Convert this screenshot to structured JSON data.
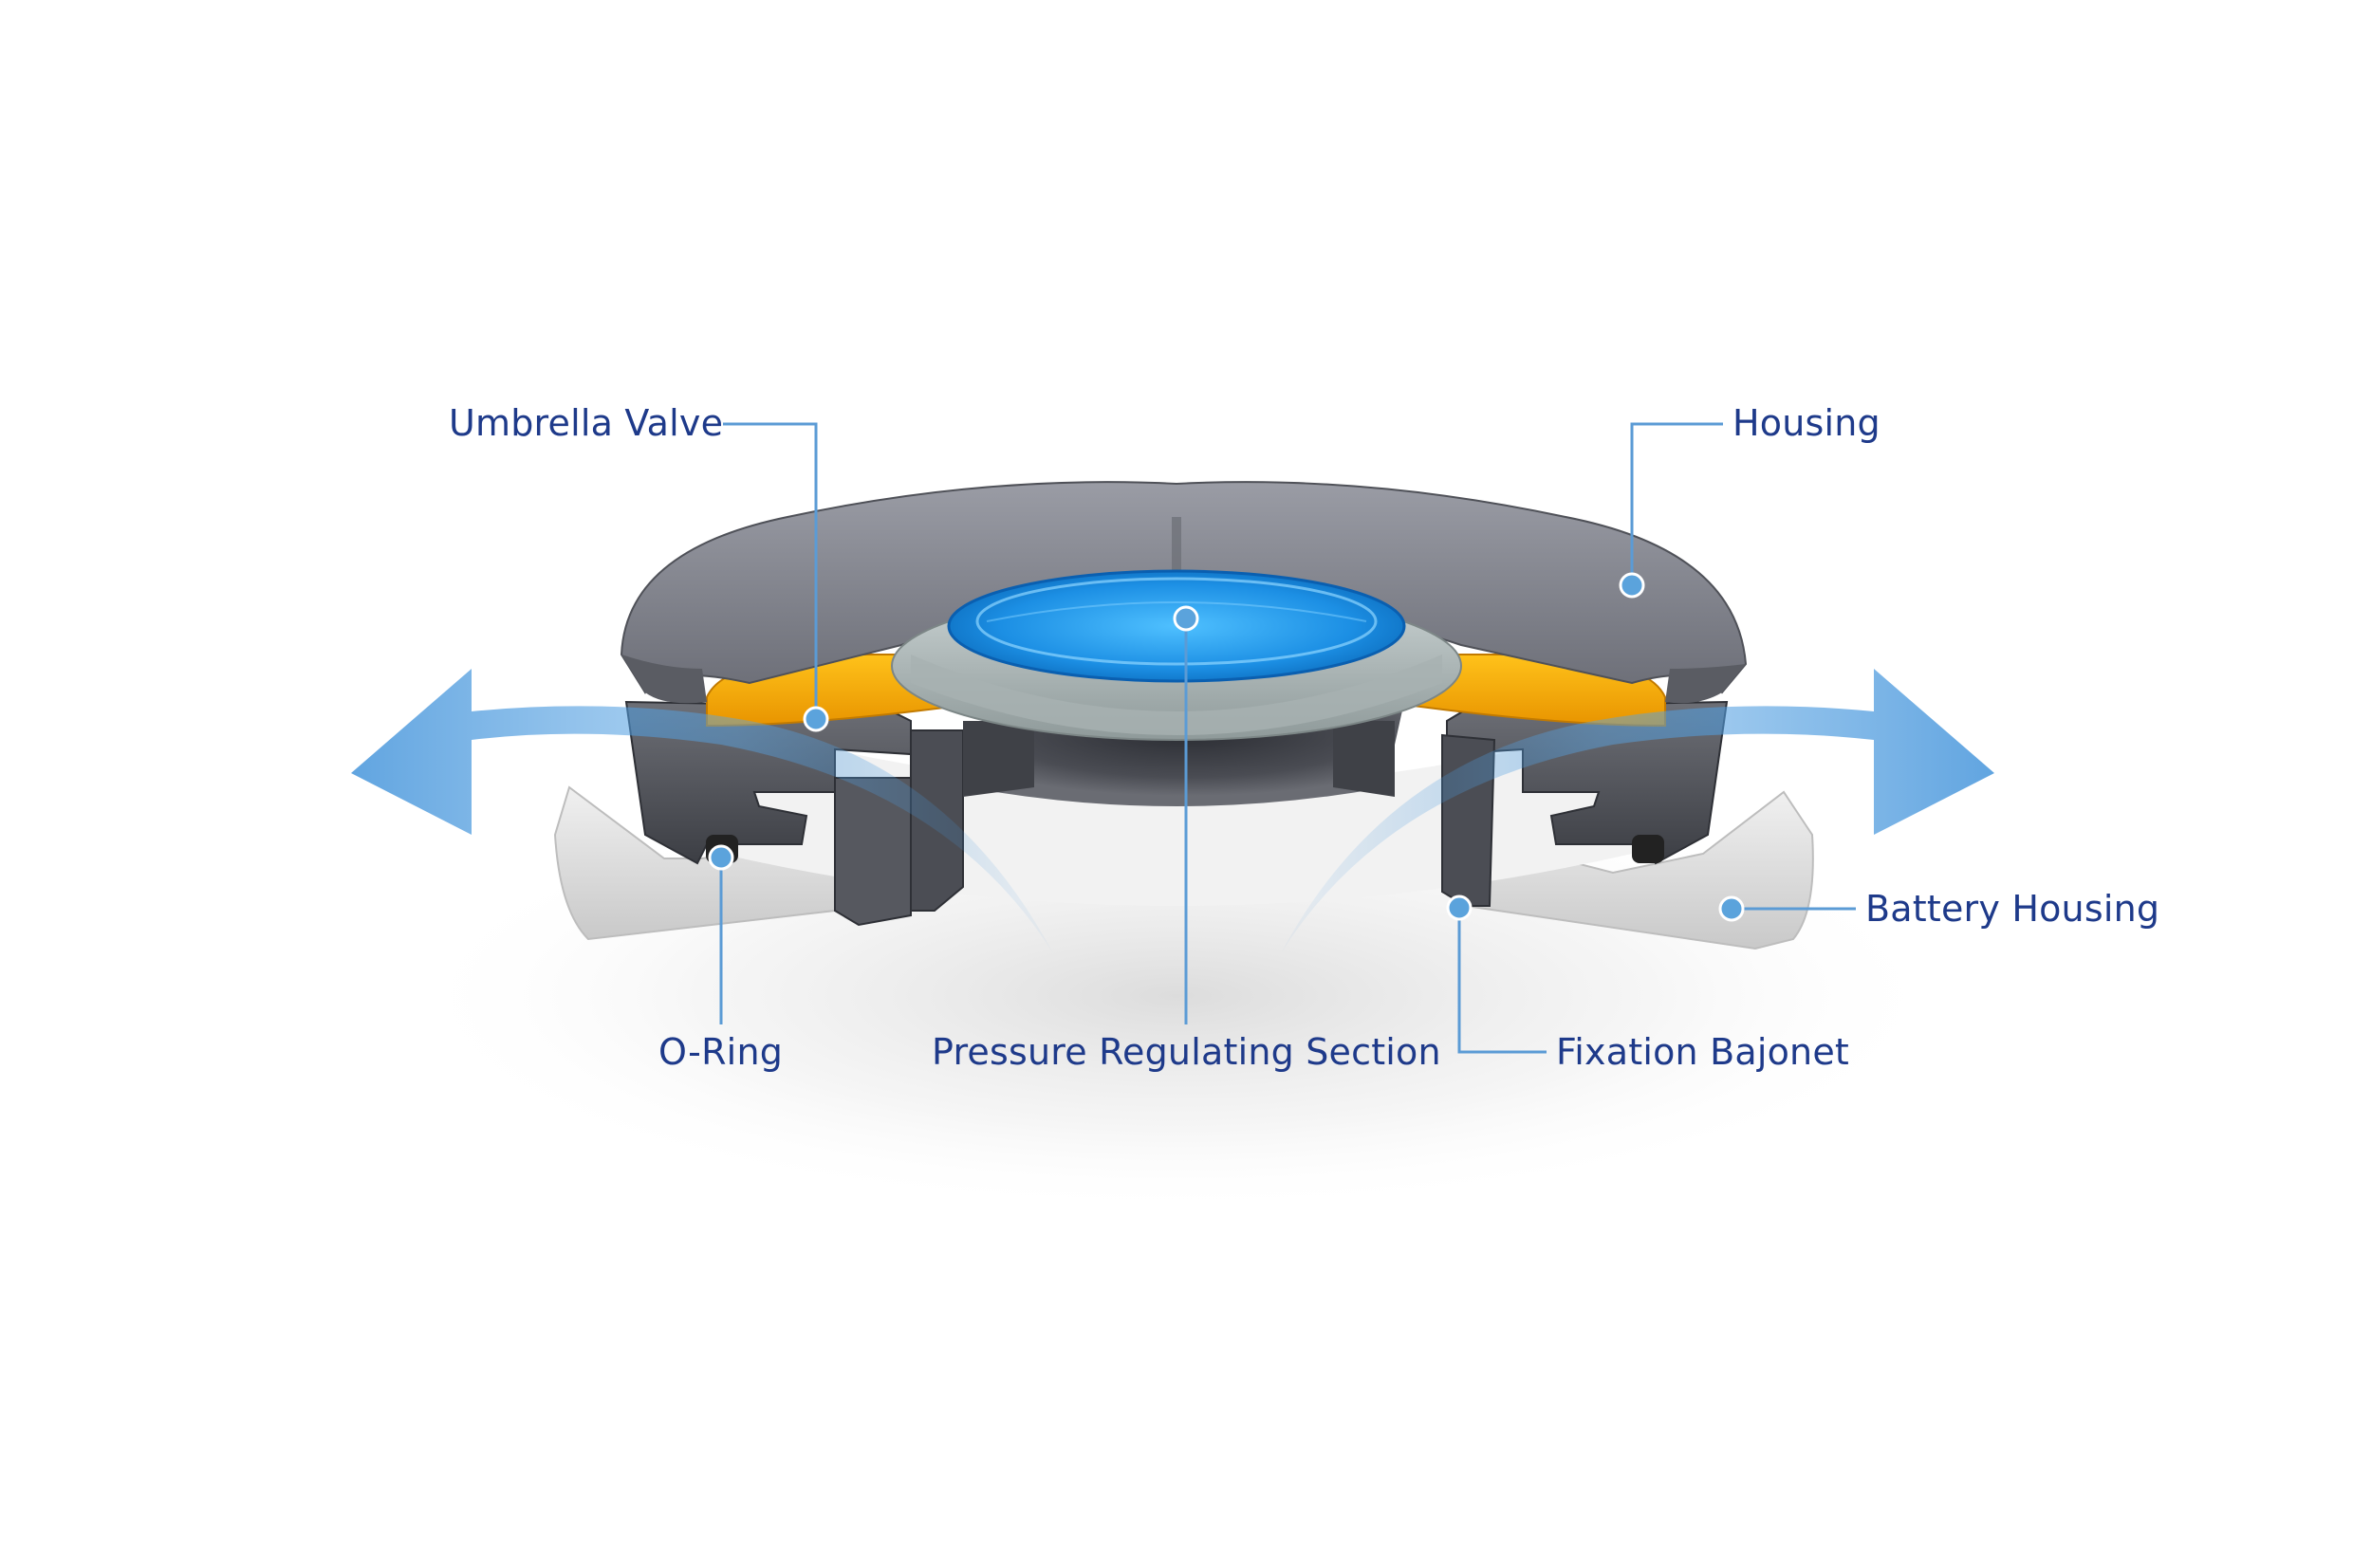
{
  "labels": {
    "umbrella_valve": "Umbrella Valve",
    "housing": "Housing",
    "battery_housing": "Battery Housing",
    "o_ring": "O-Ring",
    "pressure_regulating_section": "Pressure Regulating Section",
    "fixation_bajonet": "Fixation Bajonet"
  },
  "colors": {
    "label_text": "#1e3a8a",
    "leader_line": "#5b9bd5",
    "leader_dot": "#5ba3dc",
    "housing": "#7d7f8a",
    "umbrella_valve": "#f4a900",
    "membrane": "#1f8fe0",
    "battery_housing": "#e3e3e3",
    "airflow_arrow": "#3b8fd9"
  }
}
